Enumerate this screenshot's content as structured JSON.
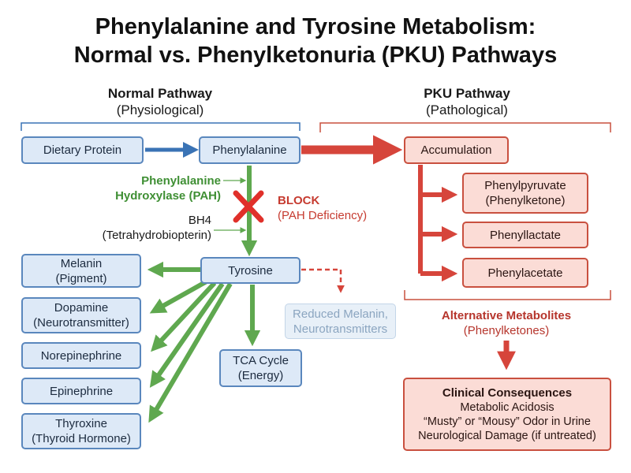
{
  "title": {
    "line1": "Phenylalanine and Tyrosine Metabolism:",
    "line2": "Normal vs. Phenylketonuria (PKU) Pathways"
  },
  "normal": {
    "heading": "Normal Pathway",
    "subheading": "(Physiological)",
    "dietary_protein": "Dietary Protein",
    "phenylalanine": "Phenylalanine",
    "enzyme_line1": "Phenylalanine",
    "enzyme_line2": "Hydroxylase (PAH)",
    "cofactor_line1": "BH4",
    "cofactor_line2": "(Tetrahydrobiopterin)",
    "tyrosine": "Tyrosine",
    "products": [
      {
        "line1": "Melanin",
        "line2": "(Pigment)"
      },
      {
        "line1": "Dopamine",
        "line2": "(Neurotransmitter)"
      },
      {
        "line1": "Norepinephrine",
        "line2": ""
      },
      {
        "line1": "Epinephrine",
        "line2": ""
      },
      {
        "line1": "Thyroxine",
        "line2": "(Thyroid Hormone)"
      }
    ],
    "tca_line1": "TCA Cycle",
    "tca_line2": "(Energy)",
    "reduced_line1": "Reduced Melanin,",
    "reduced_line2": "Neurotransmitters"
  },
  "block": {
    "label": "BLOCK",
    "detail": "(PAH Deficiency)"
  },
  "pku": {
    "heading": "PKU Pathway",
    "subheading": "(Pathological)",
    "accumulation": "Accumulation",
    "metabolites": [
      {
        "line1": "Phenylpyruvate",
        "line2": "(Phenylketone)"
      },
      {
        "line1": "Phenyllactate",
        "line2": ""
      },
      {
        "line1": "Phenylacetate",
        "line2": ""
      }
    ],
    "alt_line1": "Alternative Metabolites",
    "alt_line2": "(Phenylketones)",
    "consequences": {
      "title": "Clinical Consequences",
      "items": [
        "Metabolic Acidosis",
        "“Musty” or “Mousy” Odor in Urine",
        "Neurological Damage (if untreated)"
      ]
    }
  },
  "colors": {
    "blue_arrow": "#3a73b5",
    "green_arrow": "#5fa84f",
    "red_arrow": "#d6453b",
    "block_x": "#e0302a"
  }
}
